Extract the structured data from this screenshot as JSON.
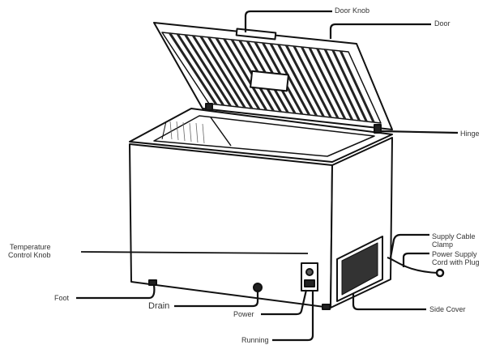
{
  "labels": {
    "door_knob": "Door Knob",
    "door": "Door",
    "hinge": "Hinge",
    "supply_cable_clamp_1": "Supply Cable",
    "supply_cable_clamp_2": "Clamp",
    "power_cord_1": "Power Supply",
    "power_cord_2": "Cord with Plug",
    "side_cover": "Side Cover",
    "temp_knob_1": "Temperature",
    "temp_knob_2": "Control Knob",
    "foot": "Foot",
    "drain": "Drain",
    "power": "Power",
    "running": "Running"
  }
}
